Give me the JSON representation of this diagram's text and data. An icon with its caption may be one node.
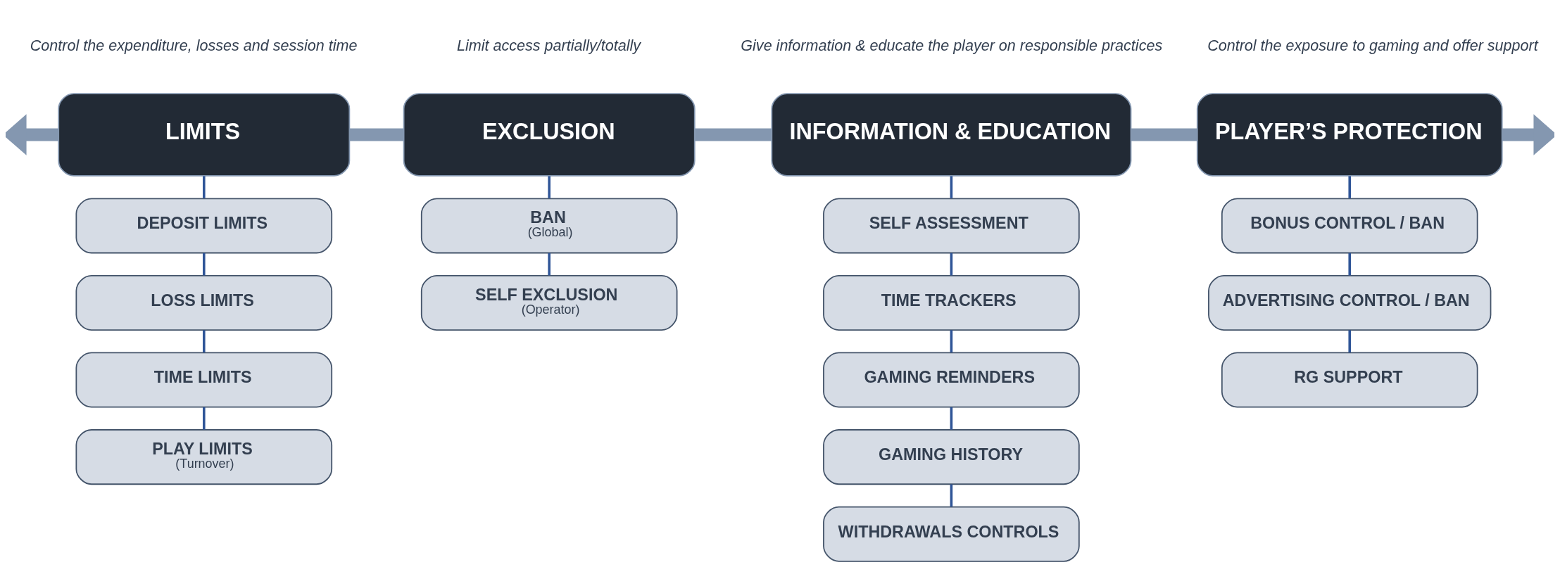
{
  "diagram": {
    "nodes": [
      {
        "text": [
          "LIMITS"
        ],
        "beside": [
          "Control the expenditure, losses and session time"
        ]
      },
      {
        "text": [
          "DEPOSIT LIMITS"
        ]
      },
      {
        "text": [
          "LOSS LIMITS"
        ]
      },
      {
        "text": [
          "TIME LIMITS"
        ]
      },
      {
        "text": [
          "PLAY LIMITS",
          "(Turnover)"
        ]
      },
      {
        "text": [
          "EXCLUSION"
        ],
        "beside": [
          "Limit access partially/totally"
        ]
      },
      {
        "text": [
          "BAN",
          "(Global)"
        ]
      },
      {
        "text": [
          "SELF EXCLUSION",
          "(Operator)"
        ]
      },
      {
        "text": [
          "INFORMATION & EDUCATION"
        ],
        "beside": [
          "Give information & educate the player on responsible practices"
        ]
      },
      {
        "text": [
          "SELF ASSESSMENT"
        ]
      },
      {
        "text": [
          "TIME TRACKERS"
        ]
      },
      {
        "text": [
          "GAMING REMINDERS"
        ]
      },
      {
        "text": [
          "GAMING HISTORY"
        ]
      },
      {
        "text": [
          "WITHDRAWALS CONTROLS"
        ]
      },
      {
        "text": [
          "PLAYER’S PROTECTION"
        ],
        "beside": [
          "Control the exposure to gaming and offer support"
        ]
      },
      {
        "text": [
          "BONUS CONTROL / BAN"
        ]
      },
      {
        "text": [
          "ADVERTISING CONTROL / BAN"
        ]
      },
      {
        "text": [
          "RG SUPPORT"
        ]
      }
    ],
    "edges": [
      {
        "from": 0,
        "to": null,
        "arrow": "to",
        "style": "thick",
        "color": "#8497b0"
      },
      {
        "from": 0,
        "to": 5,
        "arrow": "none",
        "style": "thick",
        "color": "#8497b0"
      },
      {
        "from": 5,
        "to": 8,
        "arrow": "none",
        "style": "thick",
        "color": "#8497b0"
      },
      {
        "from": 8,
        "to": 14,
        "arrow": "none",
        "style": "thick",
        "color": "#8497b0"
      },
      {
        "from": 14,
        "to": null,
        "arrow": "to",
        "style": "thick",
        "color": "#8497b0"
      },
      {
        "from": 0,
        "to": 1,
        "arrow": "none"
      },
      {
        "from": 1,
        "to": 2,
        "arrow": "none"
      },
      {
        "from": 2,
        "to": 3,
        "arrow": "none"
      },
      {
        "from": 3,
        "to": 4,
        "arrow": "none"
      },
      {
        "from": 5,
        "to": 6,
        "arrow": "none"
      },
      {
        "from": 6,
        "to": 7,
        "arrow": "none"
      },
      {
        "from": 8,
        "to": 9,
        "arrow": "none"
      },
      {
        "from": 9,
        "to": 10,
        "arrow": "none"
      },
      {
        "from": 10,
        "to": 11,
        "arrow": "none"
      },
      {
        "from": 11,
        "to": 12,
        "arrow": "none"
      },
      {
        "from": 12,
        "to": 13,
        "arrow": "none"
      },
      {
        "from": 14,
        "to": 15,
        "arrow": "none"
      },
      {
        "from": 15,
        "to": 16,
        "arrow": "none"
      },
      {
        "from": 16,
        "to": 17,
        "arrow": "none"
      }
    ]
  }
}
